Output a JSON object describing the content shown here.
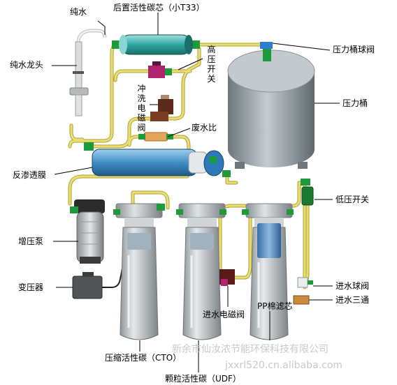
{
  "labels": {
    "pure_water": "纯水",
    "post_carbon": "后置活性碳芯（小T33）",
    "faucet": "纯水龙头",
    "high_pressure_switch": "高压开关",
    "tank_ball_valve": "压力桶球阀",
    "flush_solenoid": "冲洗电磁阀",
    "waste_ratio": "废水比",
    "pressure_tank": "压力桶",
    "ro_membrane": "反渗透膜",
    "low_pressure_switch": "低压开关",
    "booster_pump": "增压泵",
    "transformer": "变压器",
    "inlet_ball_valve": "进水球阀",
    "inlet_tee": "进水三通",
    "inlet_solenoid": "进水电磁阀",
    "pp_filter": "PP棉滤芯",
    "cto": "压缩活性碳（CTO）",
    "udf": "颗粒活性碳（UDF）"
  },
  "watermark": {
    "company": "新余市仙汝浓节能环保科技有限公司",
    "site": "jxxrl520.cn.alibaba.com"
  },
  "colors": {
    "tube": "#e6d86a",
    "tube_edge": "#a89a2a",
    "fitting": "#1e9a3a",
    "tank": "#9ea8ac",
    "membrane": "#3f8fc4",
    "filter_body": "#c7ccd0",
    "cap": "#b8bec2",
    "pump": "#cfd3d6",
    "transformer": "#505457",
    "valve": "#b0246e",
    "brass": "#c98a3c"
  }
}
